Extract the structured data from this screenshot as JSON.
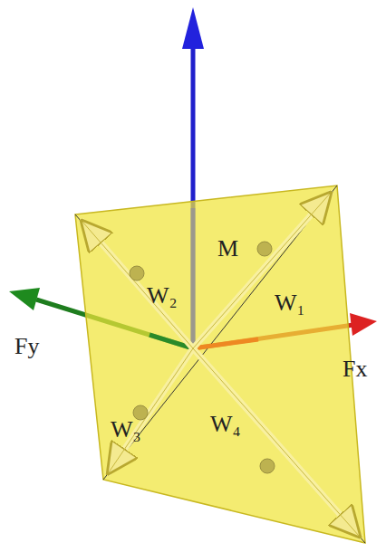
{
  "diagram": {
    "labels": [
      "M",
      "W₂",
      "W₁",
      "Fy",
      "Fx",
      "W₃",
      "W₄"
    ]
  }
}
